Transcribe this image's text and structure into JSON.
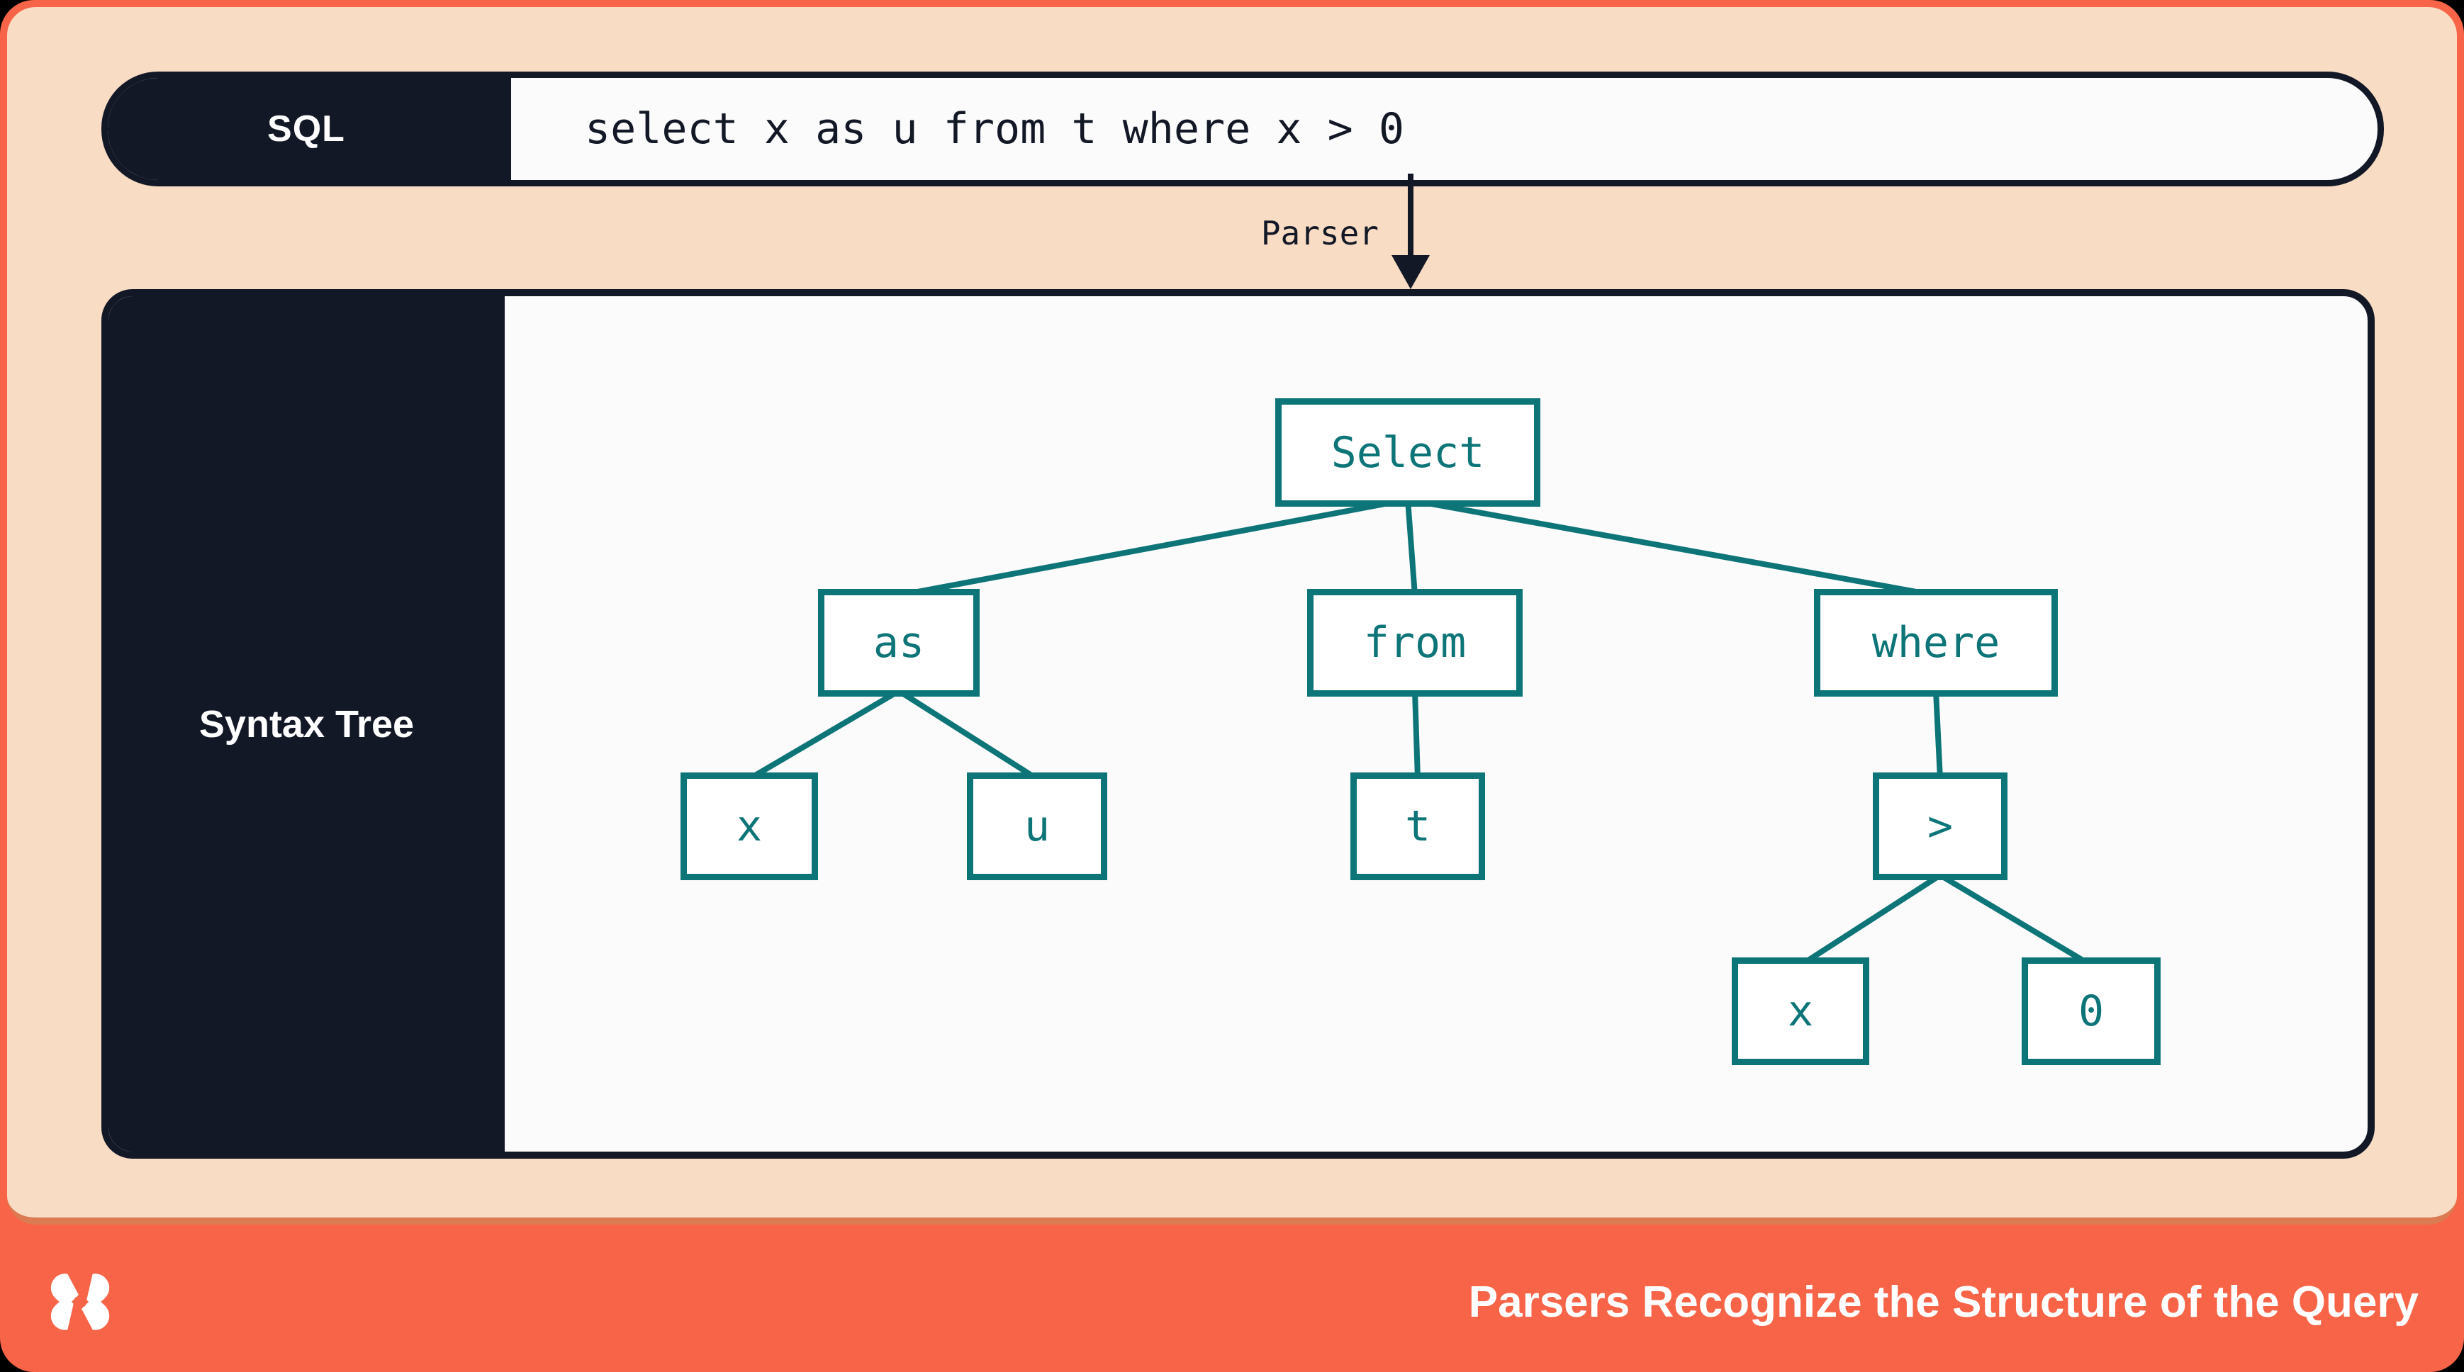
{
  "slide": {
    "sql_bar": {
      "label": "SQL",
      "query": "select x as u from t where x > 0"
    },
    "parser_step": {
      "label": "Parser"
    },
    "syntax_tree": {
      "panel_label": "Syntax Tree",
      "nodes": {
        "select": "Select",
        "as_op": "as",
        "from_kw": "from",
        "where_kw": "where",
        "col_x": "x",
        "alias_u": "u",
        "table_t": "t",
        "gt_op": ">",
        "cond_x": "x",
        "zero": "0"
      },
      "edges": [
        [
          "select",
          "as_op"
        ],
        [
          "select",
          "from_kw"
        ],
        [
          "select",
          "where_kw"
        ],
        [
          "as_op",
          "col_x"
        ],
        [
          "as_op",
          "alias_u"
        ],
        [
          "from_kw",
          "table_t"
        ],
        [
          "where_kw",
          "gt_op"
        ],
        [
          "gt_op",
          "cond_x"
        ],
        [
          "gt_op",
          "zero"
        ]
      ]
    },
    "footer": {
      "title": "Parsers Recognize the Structure of the Query",
      "logo": "dolt-logo"
    },
    "colors": {
      "coral": "#f76448",
      "peach": "#f8dcc4",
      "peach_shadow_band": "#dc7a52",
      "navy": "#131826",
      "teal": "#0d7477",
      "paper": "#fbfbfc"
    }
  }
}
